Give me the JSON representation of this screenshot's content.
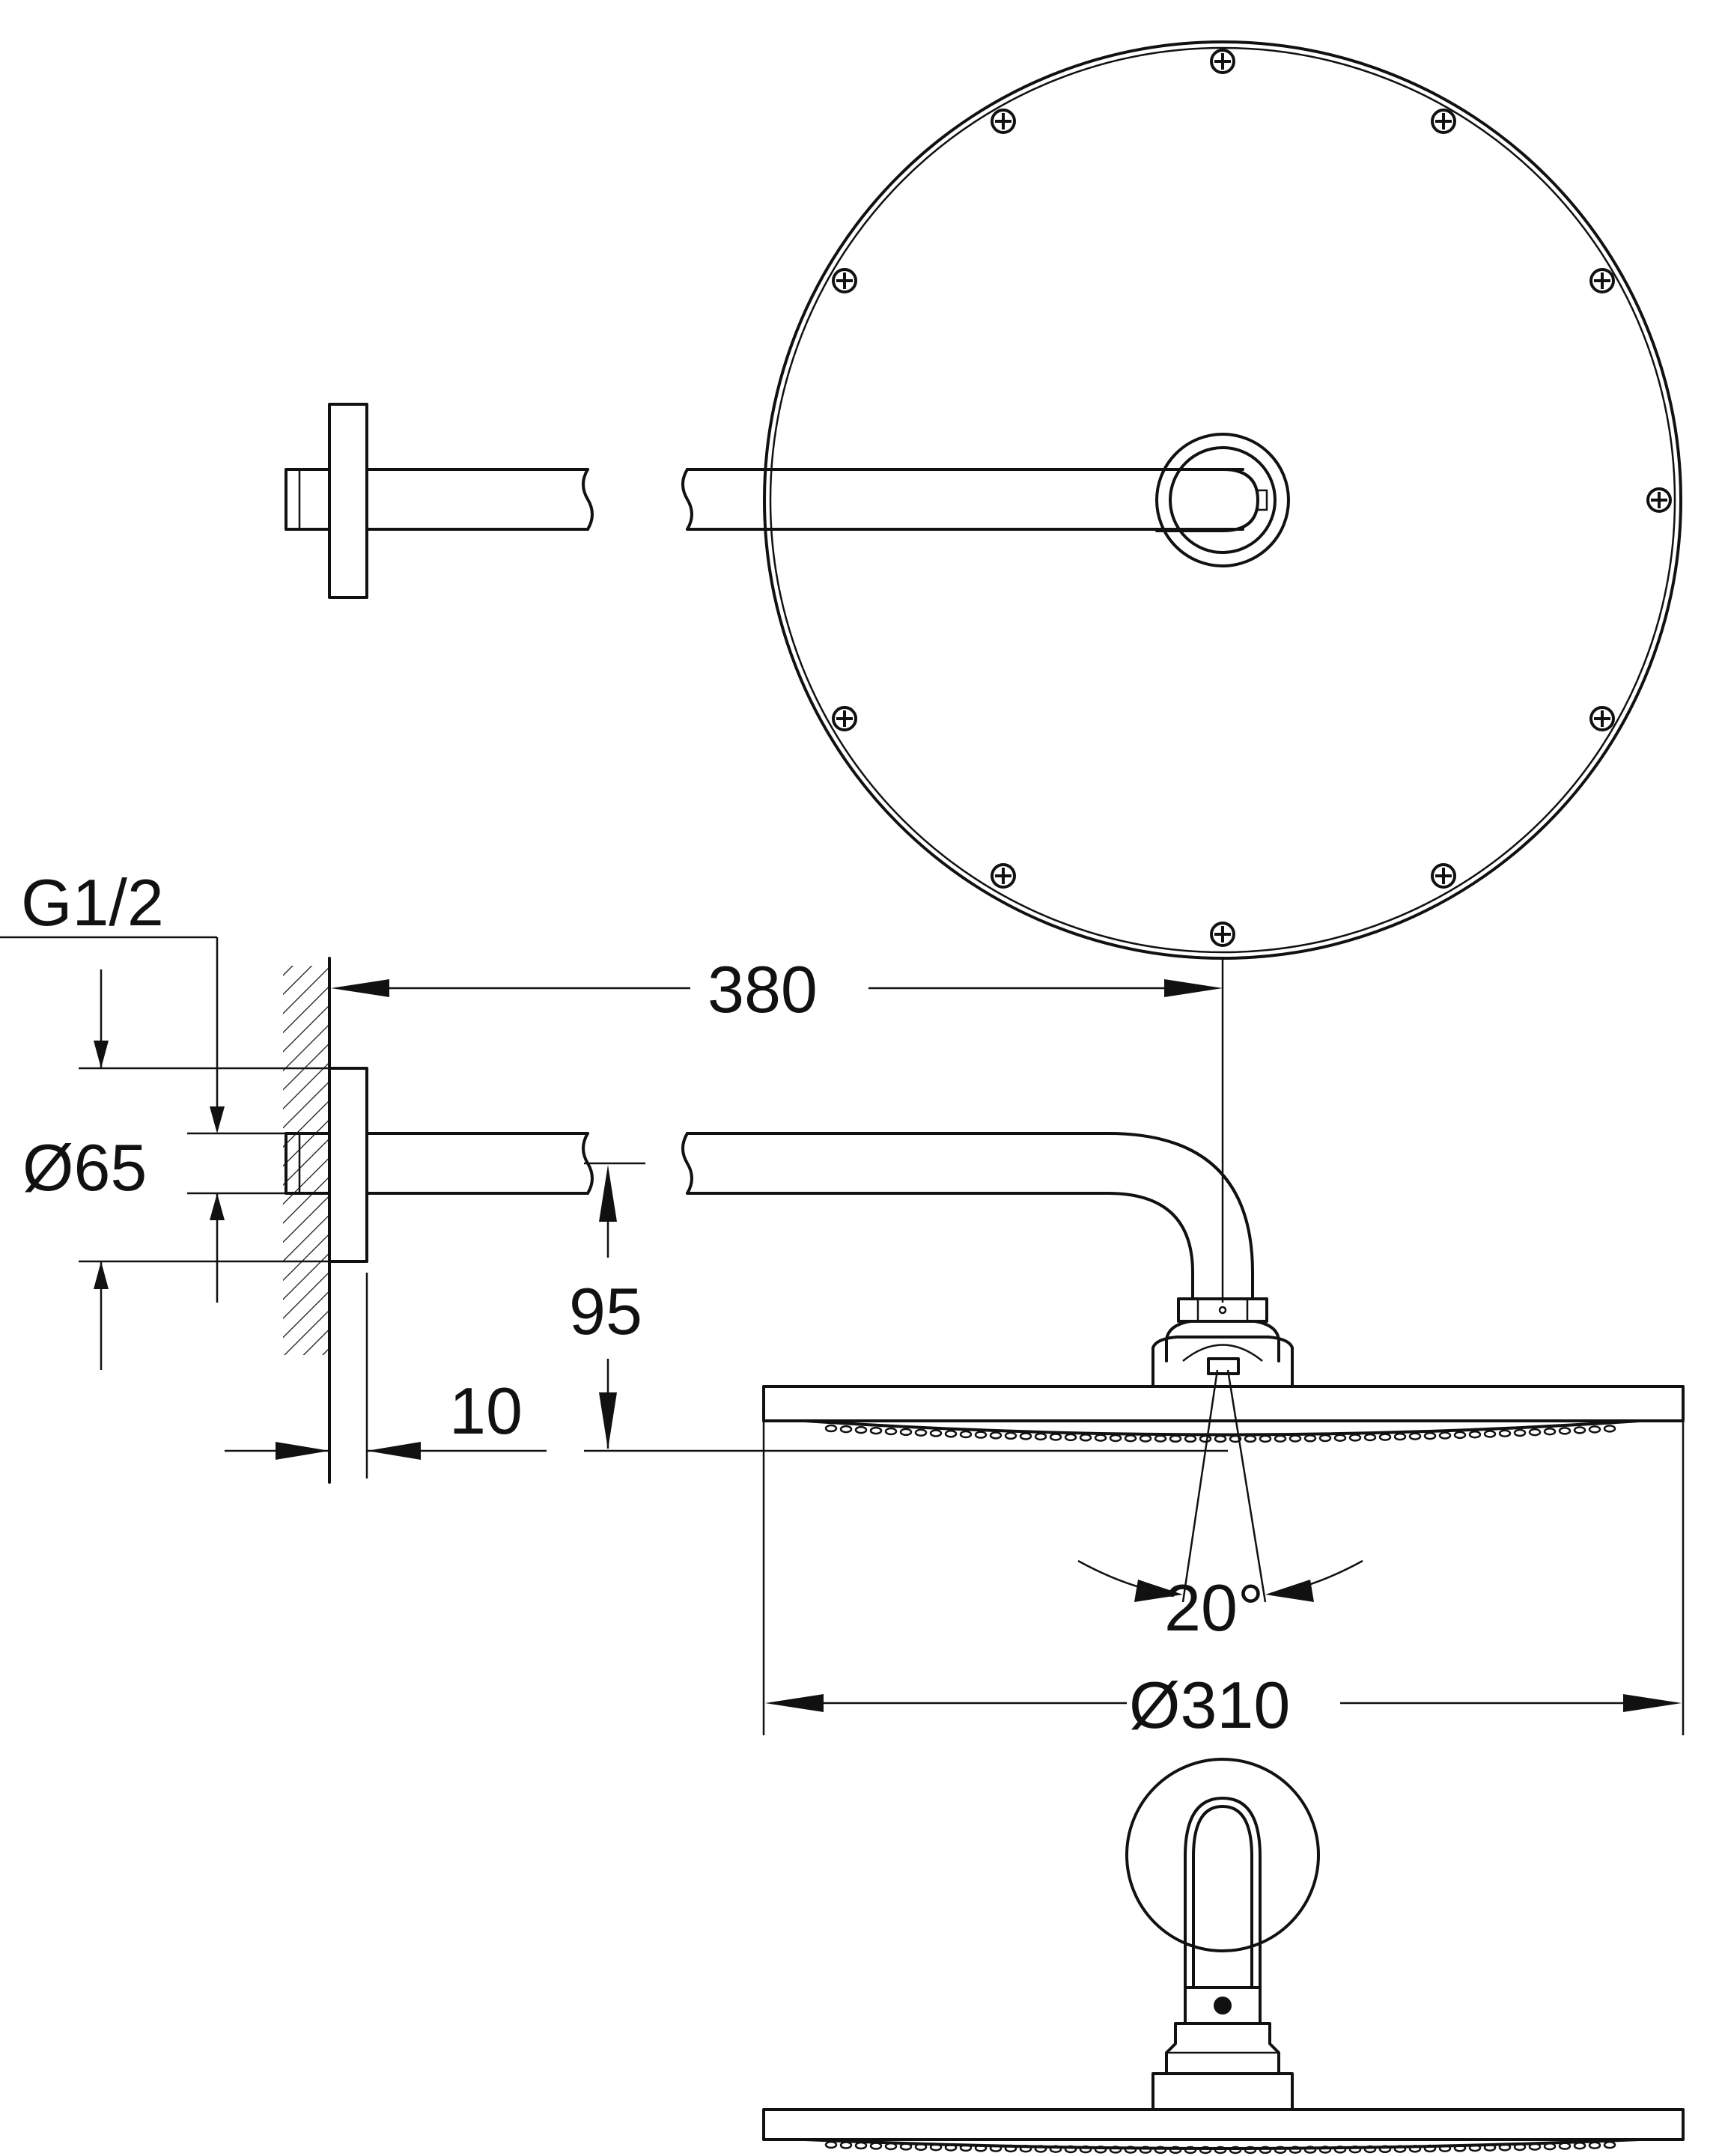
{
  "drawing": {
    "labels": {
      "thread": "G1/2",
      "flange_diameter": "Ø65",
      "arm_projection": "380",
      "arm_height": "95",
      "wall_offset": "10",
      "tilt_angle": "20°",
      "head_diameter": "Ø310"
    }
  }
}
